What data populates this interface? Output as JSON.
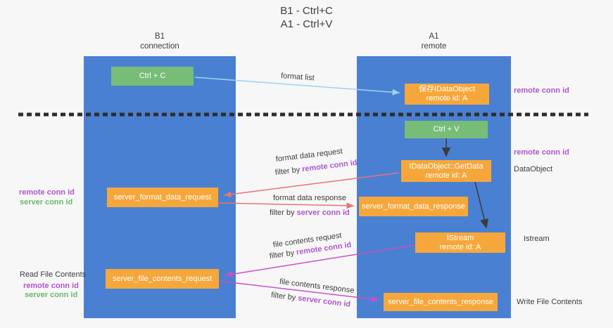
{
  "title": {
    "line1": "B1 - Ctrl+C",
    "line2": "A1 - Ctrl+V"
  },
  "columns": {
    "left": {
      "name": "B1",
      "subtitle": "connection"
    },
    "right": {
      "name": "A1",
      "subtitle": "remote"
    }
  },
  "nodes": {
    "ctrl_c": "Ctrl + C",
    "ctrl_v": "Ctrl + V",
    "save_idataobject": {
      "line1": "保存IDataObject",
      "line2": "remote id: A"
    },
    "idataobject_getdata": {
      "line1": "IDataObject::GetData",
      "line2": "remote id: A"
    },
    "istream": {
      "line1": "IStream",
      "line2": "remote id: A"
    },
    "server_format_data_request": "server_format_data_request",
    "server_format_data_response": "server_format_data_response",
    "server_file_contents_request": "server_file_contents_request",
    "server_file_contents_response": "server_file_contents_response"
  },
  "arrow_labels": {
    "format_list": "format list",
    "format_data_request": "format data request",
    "format_data_response": "format data response",
    "file_contents_request": "file contents request",
    "file_contents_response": "file contents response",
    "filter_by": "filter by",
    "remote_conn_id": "remote conn id",
    "server_conn_id": "server conn id"
  },
  "side_labels": {
    "remote_conn_id_top_right": "remote conn id",
    "remote_conn_id_mid_right": "remote conn id",
    "dataobject": "DataObject",
    "istream": "Istream",
    "write_file_contents": "Write File Contents",
    "read_file_contents": "Read File Contents",
    "remote_conn_id_left": "remote conn id",
    "server_conn_id_left": "server conn id",
    "remote_conn_id_bottom_left": "remote conn id",
    "server_conn_id_bottom_left": "server conn id"
  },
  "colors": {
    "column_blue": "#4a80d2",
    "box_green": "#77bd78",
    "box_orange": "#f6a73b",
    "arrow_light_blue": "#9fd2f2",
    "arrow_salmon": "#e57575",
    "arrow_magenta": "#ca4fc6",
    "arrow_black": "#3a3a3a",
    "text_purple": "#b055cc",
    "text_green": "#67b967",
    "dashed_line": "#2d2d2d",
    "background": "#f7f7f8"
  }
}
